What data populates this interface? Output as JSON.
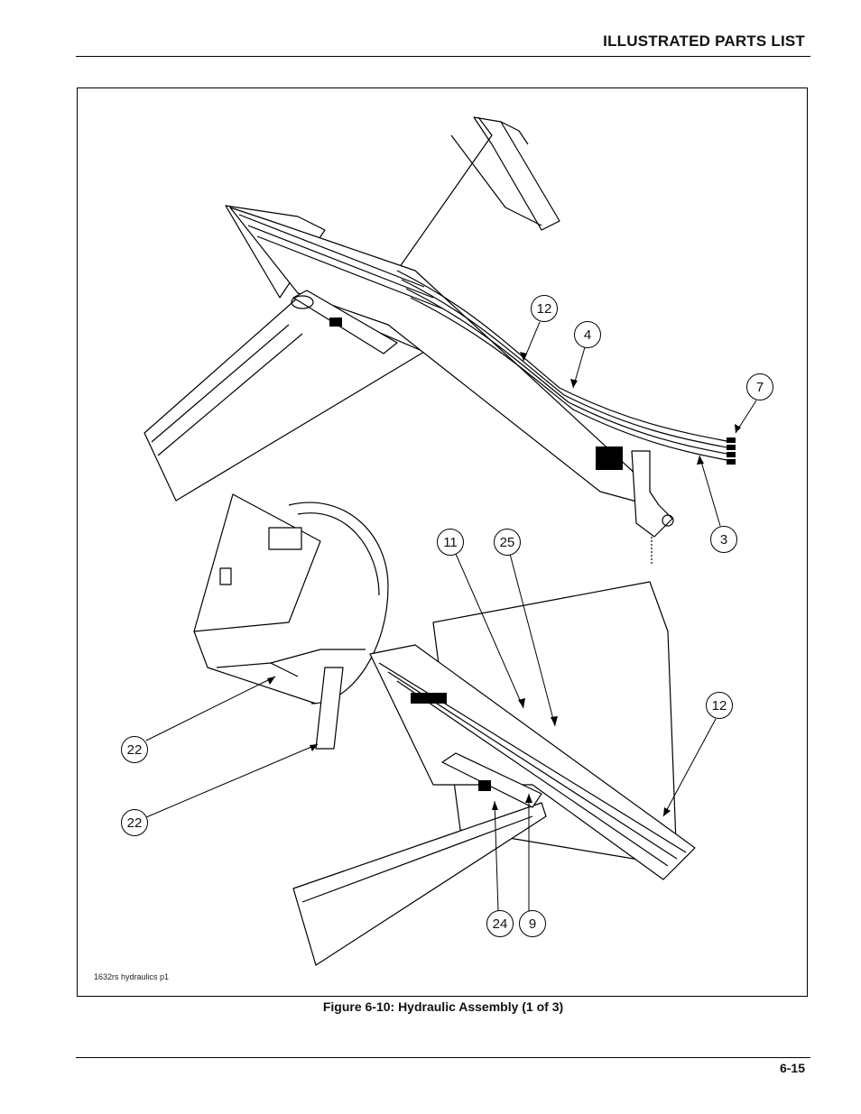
{
  "header": {
    "title": "ILLUSTRATED PARTS LIST"
  },
  "figure": {
    "file_label": "1632rs hydraulics p1",
    "caption": "Figure 6-10:  Hydraulic Assembly (1 of 3)",
    "callouts": {
      "c12_top": "12",
      "c4": "4",
      "c7": "7",
      "c3": "3",
      "c11": "11",
      "c25": "25",
      "c12_bottom": "12",
      "c22_upper": "22",
      "c22_lower": "22",
      "c24": "24",
      "c9": "9"
    }
  },
  "footer": {
    "page_number": "6-15"
  }
}
